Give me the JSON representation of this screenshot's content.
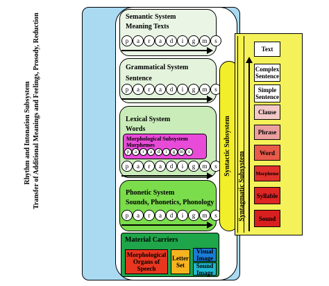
{
  "rhythm": {
    "line1": "Rhythm and Intonation Subsystem",
    "line2": "Transfer of Additional Meanings and Feelings, Prosody, Reduction"
  },
  "semantic": {
    "title": "Semantic System",
    "subtitle": "Meaning Texts"
  },
  "grammatical": {
    "title": "Grammatical System",
    "subtitle": "Sentence"
  },
  "lexical": {
    "title": "Lexical System",
    "subtitle": "Words"
  },
  "morphological": {
    "title": "Morphological Subsystem",
    "subtitle": "Morphemes",
    "letters": [
      "p",
      "a",
      "r",
      "a",
      "d",
      "i",
      "g",
      "m",
      "s"
    ]
  },
  "phonetic": {
    "title": "Phonetic System",
    "subtitle": "Sounds, Phonetics, Phonology"
  },
  "paradigm_letters": [
    "p",
    "a",
    "r",
    "a",
    "d",
    "i",
    "g",
    "m",
    "s"
  ],
  "material": {
    "title": "Material Carriers",
    "organs": "Morphological Organs of Speech",
    "letter_set": "Letter Set",
    "visual": "Visual Image",
    "sound": "Sound Image"
  },
  "syntactic": {
    "label": "Syntactic Subsystem"
  },
  "syntagmatic": {
    "label": "Syntagmatic Subsystem",
    "units": [
      {
        "label": "Text",
        "color": "#ffffff"
      },
      {
        "label": "Complex Sentence",
        "color": "#ffffff"
      },
      {
        "label": "Simple Sentence",
        "color": "#ffffff"
      },
      {
        "label": "Clause",
        "color": "#f4c9c9"
      },
      {
        "label": "Phrase",
        "color": "#ec9f9f"
      },
      {
        "label": "Word",
        "color": "#e85a4a"
      },
      {
        "label": "Morpheme",
        "color": "#e0302c"
      },
      {
        "label": "Syllable",
        "color": "#df2424"
      },
      {
        "label": "Sound",
        "color": "#d81f1f"
      }
    ]
  }
}
